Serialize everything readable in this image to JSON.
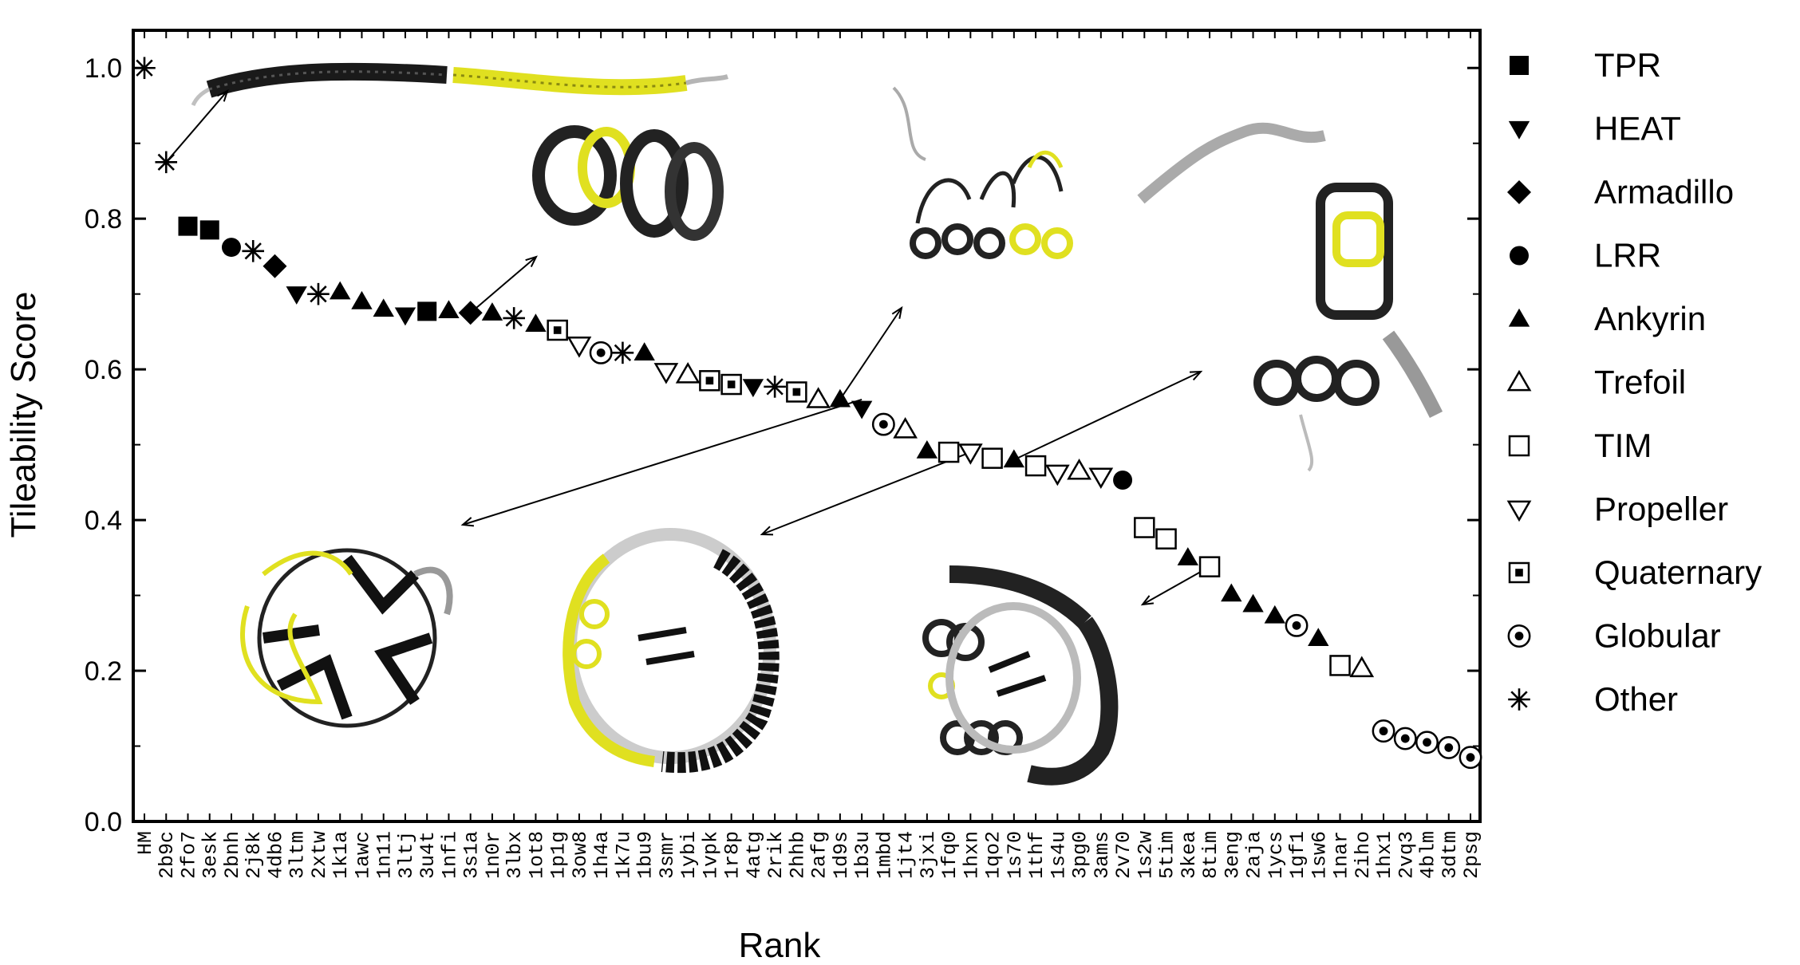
{
  "chart_data": {
    "type": "scatter",
    "xlabel": "Rank",
    "ylabel": "Tileability Score",
    "ylim": [
      0.0,
      1.05
    ],
    "yticks": [
      "0.0",
      "0.2",
      "0.4",
      "0.6",
      "0.8",
      "1.0"
    ],
    "categories": [
      "HM",
      "2b9c",
      "2fo7",
      "3esk",
      "2bnh",
      "2j8k",
      "4db6",
      "3ltm",
      "2xtw",
      "1k1a",
      "1awc",
      "1n11",
      "3ltj",
      "3u4t",
      "1nfi",
      "3s1a",
      "1n0r",
      "3lbx",
      "1ot8",
      "1p1g",
      "3ow8",
      "1h4a",
      "1k7u",
      "1bu9",
      "3smr",
      "1ybi",
      "1vpk",
      "1r8p",
      "4atg",
      "2rik",
      "2hhb",
      "2afg",
      "1d9s",
      "1b3u",
      "1mbd",
      "1jt4",
      "3jxi",
      "1fq0",
      "1hxn",
      "1qo2",
      "1s70",
      "1thf",
      "1s4u",
      "3pg0",
      "3ams",
      "2v70",
      "1s2w",
      "5tim",
      "3kea",
      "8tim",
      "3eng",
      "2aja",
      "1ycs",
      "1gf1",
      "1sw6",
      "1nar",
      "2iho",
      "1hx1",
      "2vq3",
      "4blm",
      "3dtm",
      "2psg"
    ],
    "legend_position": "right",
    "legend": [
      {
        "label": "TPR",
        "marker": "square"
      },
      {
        "label": "HEAT",
        "marker": "triangle-down"
      },
      {
        "label": "Armadillo",
        "marker": "diamond"
      },
      {
        "label": "LRR",
        "marker": "circle"
      },
      {
        "label": "Ankyrin",
        "marker": "triangle-up"
      },
      {
        "label": "Trefoil",
        "marker": "triangle-up-open"
      },
      {
        "label": "TIM",
        "marker": "square-open"
      },
      {
        "label": "Propeller",
        "marker": "triangle-down-open"
      },
      {
        "label": "Quaternary",
        "marker": "square-dot"
      },
      {
        "label": "Globular",
        "marker": "circle-dot"
      },
      {
        "label": "Other",
        "marker": "asterisk"
      }
    ],
    "points": [
      {
        "rank": "HM",
        "score": 1.0,
        "class": "Other"
      },
      {
        "rank": "2b9c",
        "score": 0.875,
        "class": "Other"
      },
      {
        "rank": "2fo7",
        "score": 0.79,
        "class": "TPR"
      },
      {
        "rank": "3esk",
        "score": 0.785,
        "class": "TPR"
      },
      {
        "rank": "2bnh",
        "score": 0.762,
        "class": "LRR"
      },
      {
        "rank": "2j8k",
        "score": 0.757,
        "class": "Other"
      },
      {
        "rank": "4db6",
        "score": 0.737,
        "class": "Armadillo"
      },
      {
        "rank": "3ltm",
        "score": 0.7,
        "class": "HEAT"
      },
      {
        "rank": "2xtw",
        "score": 0.7,
        "class": "Other"
      },
      {
        "rank": "1k1a",
        "score": 0.703,
        "class": "Ankyrin"
      },
      {
        "rank": "1awc",
        "score": 0.69,
        "class": "Ankyrin"
      },
      {
        "rank": "1n11",
        "score": 0.68,
        "class": "Ankyrin"
      },
      {
        "rank": "3ltj",
        "score": 0.672,
        "class": "HEAT"
      },
      {
        "rank": "3u4t",
        "score": 0.677,
        "class": "TPR"
      },
      {
        "rank": "1nfi",
        "score": 0.678,
        "class": "Ankyrin"
      },
      {
        "rank": "3s1a",
        "score": 0.675,
        "class": "Armadillo"
      },
      {
        "rank": "1n0r",
        "score": 0.675,
        "class": "Ankyrin"
      },
      {
        "rank": "3lbx",
        "score": 0.668,
        "class": "Other"
      },
      {
        "rank": "1ot8",
        "score": 0.66,
        "class": "Ankyrin"
      },
      {
        "rank": "1p1g",
        "score": 0.652,
        "class": "Quaternary"
      },
      {
        "rank": "3ow8",
        "score": 0.632,
        "class": "Propeller"
      },
      {
        "rank": "1h4a",
        "score": 0.622,
        "class": "Globular"
      },
      {
        "rank": "1k7u",
        "score": 0.622,
        "class": "Other"
      },
      {
        "rank": "1bu9",
        "score": 0.622,
        "class": "Ankyrin"
      },
      {
        "rank": "3smr",
        "score": 0.597,
        "class": "Propeller"
      },
      {
        "rank": "1ybi",
        "score": 0.593,
        "class": "Trefoil"
      },
      {
        "rank": "1vpk",
        "score": 0.585,
        "class": "Quaternary"
      },
      {
        "rank": "1r8p",
        "score": 0.58,
        "class": "Quaternary"
      },
      {
        "rank": "4atg",
        "score": 0.577,
        "class": "HEAT"
      },
      {
        "rank": "2rik",
        "score": 0.577,
        "class": "Other"
      },
      {
        "rank": "2hhb",
        "score": 0.57,
        "class": "Quaternary"
      },
      {
        "rank": "2afg",
        "score": 0.56,
        "class": "Trefoil"
      },
      {
        "rank": "1d9s",
        "score": 0.56,
        "class": "Ankyrin"
      },
      {
        "rank": "1b3u",
        "score": 0.548,
        "class": "HEAT"
      },
      {
        "rank": "1mbd",
        "score": 0.527,
        "class": "Globular"
      },
      {
        "rank": "1jt4",
        "score": 0.52,
        "class": "Trefoil"
      },
      {
        "rank": "3jxi",
        "score": 0.492,
        "class": "Ankyrin"
      },
      {
        "rank": "1fq0",
        "score": 0.49,
        "class": "TIM"
      },
      {
        "rank": "1hxn",
        "score": 0.49,
        "class": "Propeller"
      },
      {
        "rank": "1qo2",
        "score": 0.482,
        "class": "TIM"
      },
      {
        "rank": "1s70",
        "score": 0.48,
        "class": "Ankyrin"
      },
      {
        "rank": "1thf",
        "score": 0.472,
        "class": "TIM"
      },
      {
        "rank": "1s4u",
        "score": 0.462,
        "class": "Propeller"
      },
      {
        "rank": "3pg0",
        "score": 0.465,
        "class": "Trefoil"
      },
      {
        "rank": "3ams",
        "score": 0.458,
        "class": "Propeller"
      },
      {
        "rank": "2v70",
        "score": 0.453,
        "class": "LRR"
      },
      {
        "rank": "1s2w",
        "score": 0.39,
        "class": "TIM"
      },
      {
        "rank": "5tim",
        "score": 0.375,
        "class": "TIM"
      },
      {
        "rank": "3kea",
        "score": 0.35,
        "class": "Ankyrin"
      },
      {
        "rank": "8tim",
        "score": 0.338,
        "class": "TIM"
      },
      {
        "rank": "3eng",
        "score": 0.302,
        "class": "Ankyrin"
      },
      {
        "rank": "2aja",
        "score": 0.288,
        "class": "Ankyrin"
      },
      {
        "rank": "1ycs",
        "score": 0.273,
        "class": "Ankyrin"
      },
      {
        "rank": "1gf1",
        "score": 0.26,
        "class": "Globular"
      },
      {
        "rank": "1sw6",
        "score": 0.243,
        "class": "Ankyrin"
      },
      {
        "rank": "1nar",
        "score": 0.207,
        "class": "TIM"
      },
      {
        "rank": "2iho",
        "score": 0.203,
        "class": "Trefoil"
      },
      {
        "rank": "1hx1",
        "score": 0.12,
        "class": "Globular"
      },
      {
        "rank": "2vq3",
        "score": 0.11,
        "class": "Globular"
      },
      {
        "rank": "4blm",
        "score": 0.105,
        "class": "Globular"
      },
      {
        "rank": "3dtm",
        "score": 0.098,
        "class": "Globular"
      },
      {
        "rank": "2psg",
        "score": 0.085,
        "class": "Globular"
      }
    ],
    "colors": {
      "ink": "#000000",
      "structure_highlight": "#e5e51c",
      "structure_shadow": "#9a9a9a",
      "background": "#ffffff"
    }
  }
}
